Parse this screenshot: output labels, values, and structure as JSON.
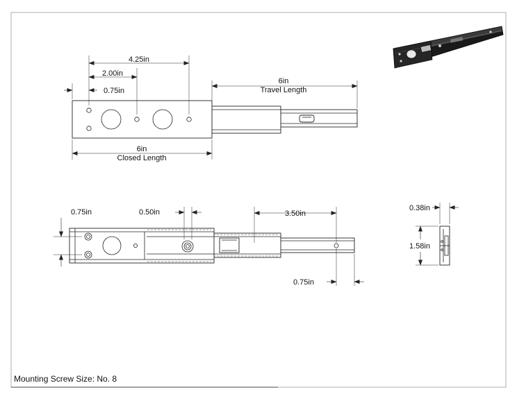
{
  "top_view": {
    "dim_4_25": "4.25in",
    "dim_2_00": "2.00in",
    "dim_0_75": "0.75in",
    "travel_value": "6in",
    "travel_label": "Travel Length",
    "closed_value": "6in",
    "closed_label": "Closed Length"
  },
  "front_view": {
    "dim_0_75_left": "0.75in",
    "dim_0_50": "0.50in",
    "dim_3_50": "3.50in",
    "dim_0_75_bottom": "0.75in"
  },
  "end_view": {
    "width": "0.38in",
    "height": "1.58in"
  },
  "note": "Mounting Screw Size: No. 8",
  "colors": {
    "line": "#222222",
    "iso_body": "#1a1a1a",
    "iso_highlight": "#6a6a6a"
  }
}
